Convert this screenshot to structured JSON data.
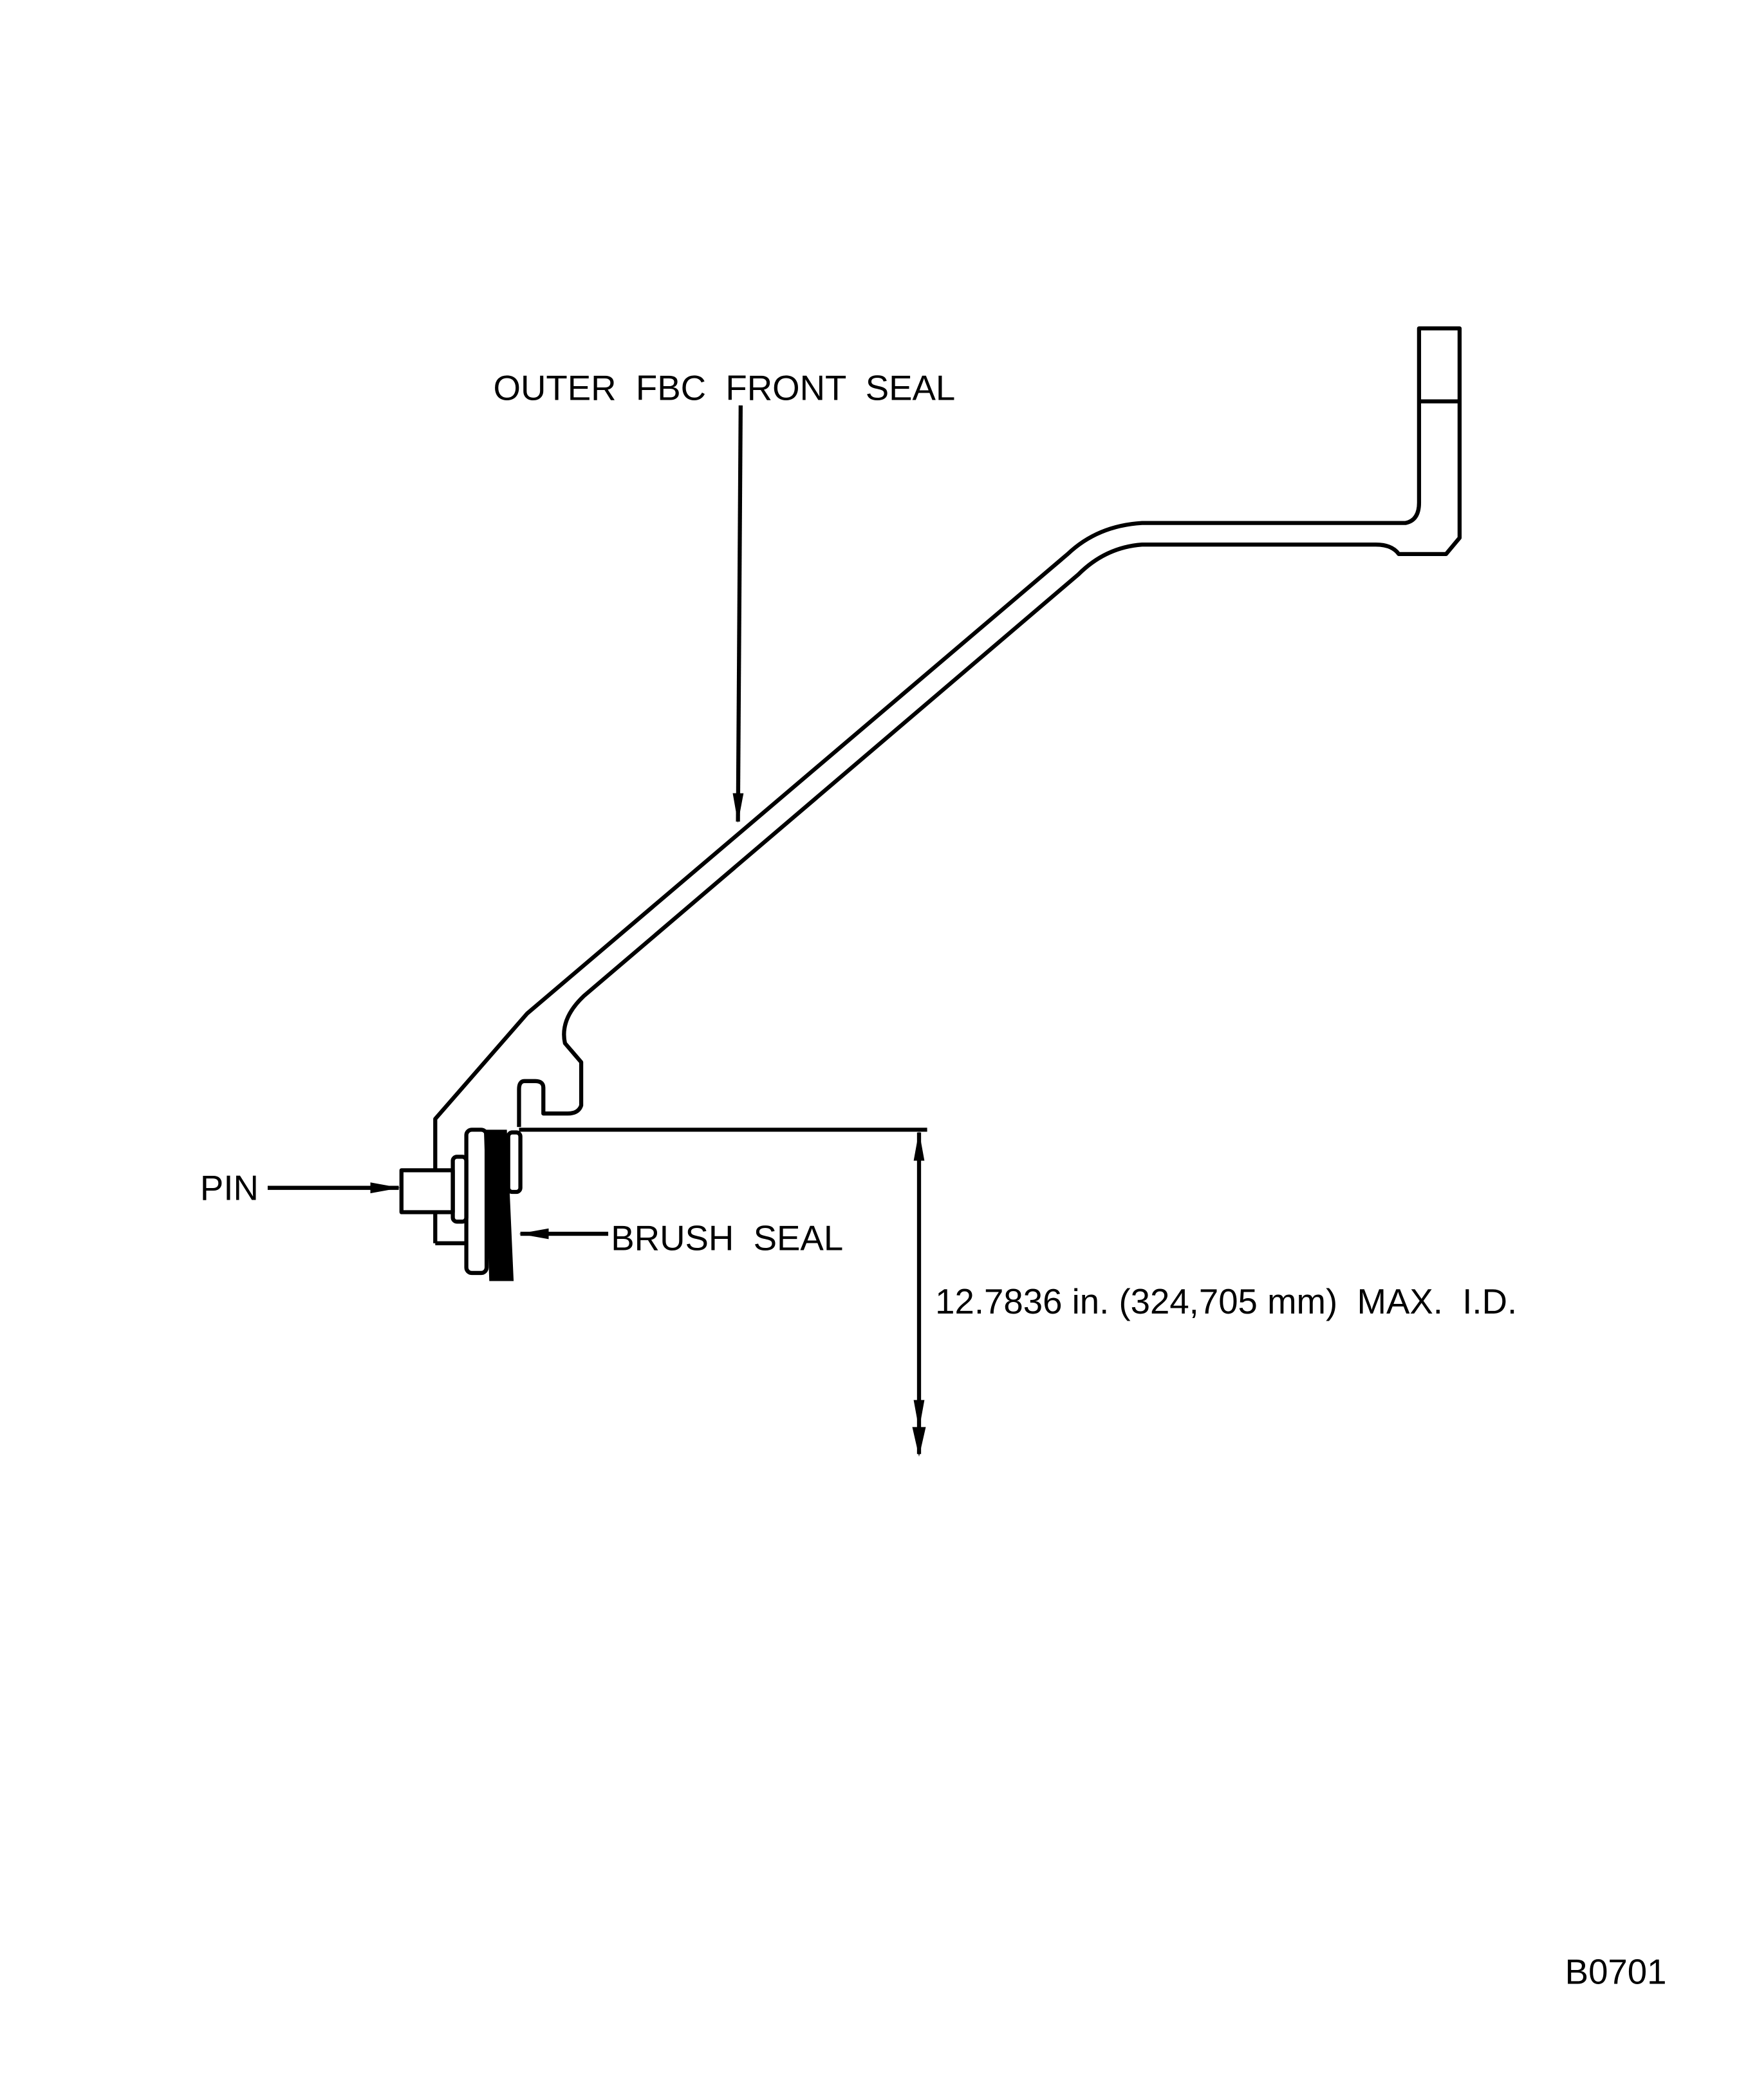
{
  "labels": {
    "part": "OUTER  FBC  FRONT  SEAL",
    "pin": "PIN",
    "brush_seal": "BRUSH  SEAL",
    "dimension": "12.7836 in. (324,705 mm)  MAX.  I.D.",
    "figure_id": "B0701"
  }
}
